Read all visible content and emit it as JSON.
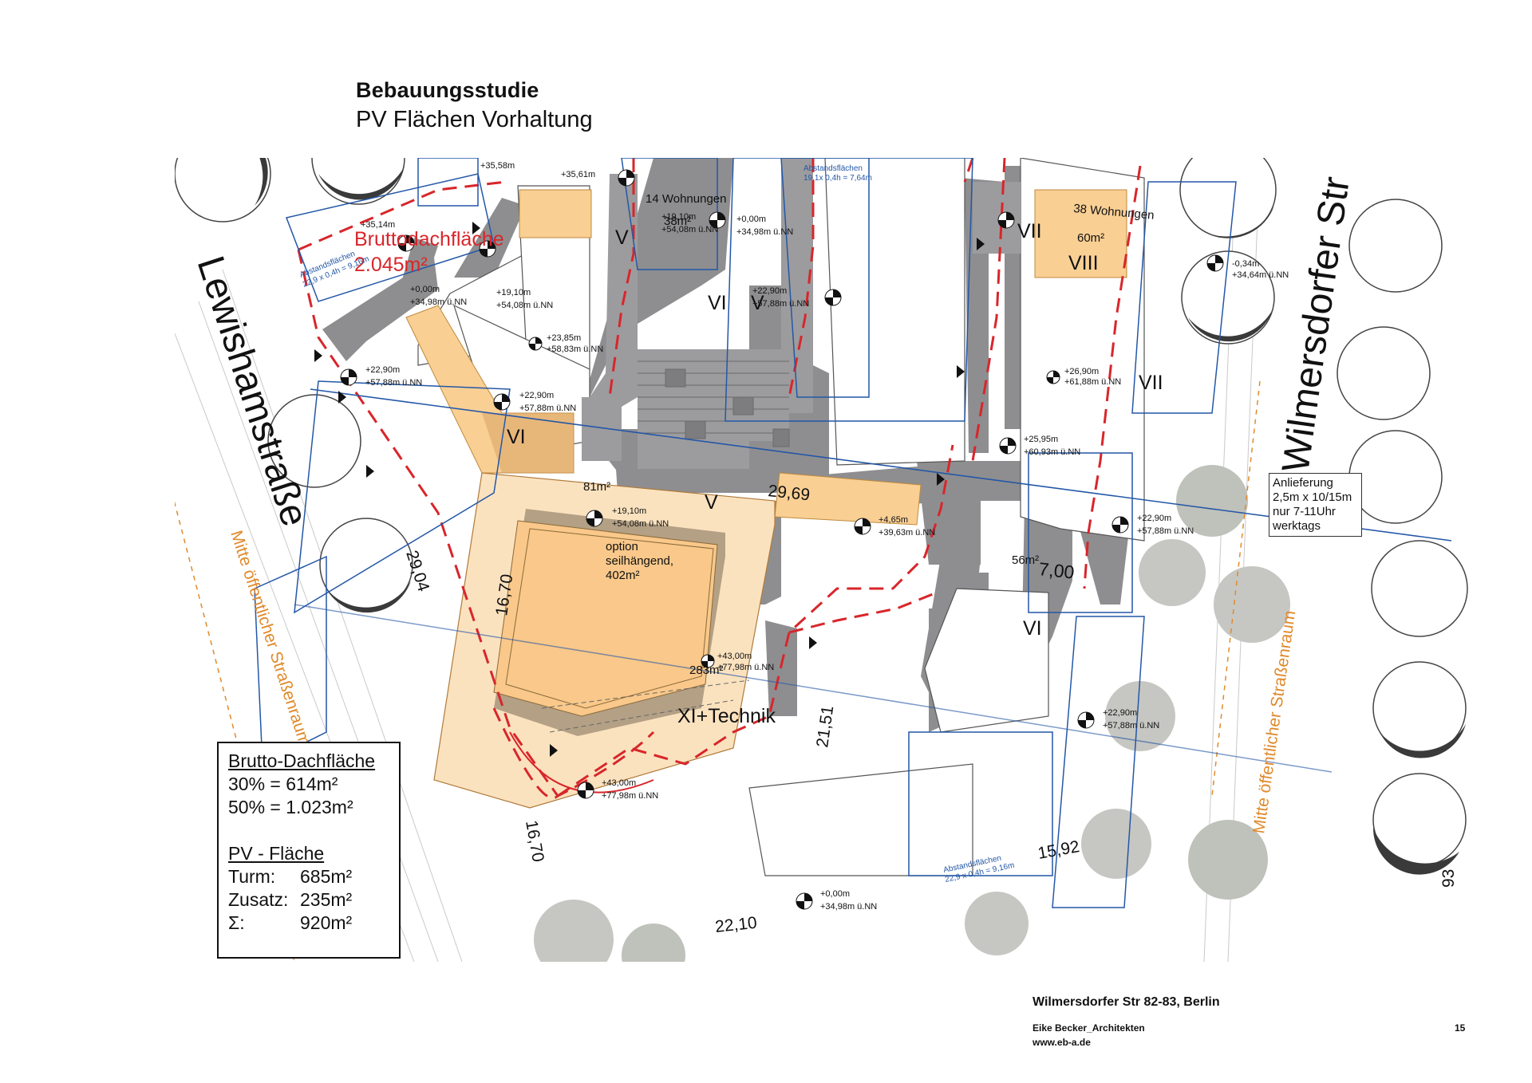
{
  "header": {
    "title": "Bebauungsstudie",
    "subtitle": "PV Flächen Vorhaltung"
  },
  "plan": {
    "streets": {
      "left": "Lewishamstraße",
      "right": "Wilmersdorfer Str",
      "public_left": "Mitte öffentlicher Straßenraum",
      "public_right": "Mitte öffentlicher Straßenraum"
    },
    "gross_roof": {
      "label": "Bruttodachfläche",
      "value": "2.045m²"
    },
    "storeys": {
      "v_top": "V",
      "vi_top_left": "VI",
      "v_top_mid": "V",
      "vi_left": "VI",
      "vii_right": "VII",
      "viii": "VIII",
      "vii_right_2": "VII",
      "v_mid": "V",
      "vi_bottom_right": "VI",
      "tower": "XI+Technik"
    },
    "areas": {
      "apartments_14": "14 Wohnungen",
      "a38": "38m²",
      "apartments_38": "38 Wohnungen",
      "a60": "60m²",
      "a81": "81m²",
      "a56": "56m²",
      "a283": "283m²",
      "option_1": "option",
      "option_2": "seilhängend,",
      "option_3": "402m²"
    },
    "dimensions": {
      "d2969": "29,69",
      "d2904": "29,04",
      "d1670a": "16,70",
      "d1670b": "16,70",
      "d2151": "21,51",
      "d1592": "15,92",
      "d2210": "22,10",
      "d700": "7,00",
      "d93": "93"
    },
    "elevations": [
      {
        "a": "+35,58m",
        "b": ""
      },
      {
        "a": "+35,61m",
        "b": ""
      },
      {
        "a": "+35,14m",
        "b": ""
      },
      {
        "a": "+0,00m",
        "b": "+34,98m ü.NN"
      },
      {
        "a": "+19,10m",
        "b": "+54,08m ü.NN"
      },
      {
        "a": "+19,10m",
        "b": "+54,08m ü.NN"
      },
      {
        "a": "+0,00m",
        "b": "+34,98m ü.NN"
      },
      {
        "a": "-0,34m",
        "b": "+34,64m ü.NN"
      },
      {
        "a": "+22,90m",
        "b": "+57,88m ü.NN"
      },
      {
        "a": "+23,85m",
        "b": "+58,83m ü.NN"
      },
      {
        "a": "+22,90m",
        "b": "+57,88m ü.NN"
      },
      {
        "a": "+22,90m",
        "b": "+57,88m ü.NN"
      },
      {
        "a": "+26,90m",
        "b": "+61,88m ü.NN"
      },
      {
        "a": "+25,95m",
        "b": "+60,93m ü.NN"
      },
      {
        "a": "+19,10m",
        "b": "+54,08m ü.NN"
      },
      {
        "a": "+4,65m",
        "b": "+39,63m ü.NN"
      },
      {
        "a": "+22,90m",
        "b": "+57,88m ü.NN"
      },
      {
        "a": "+43,00m",
        "b": "+77,98m ü.NN"
      },
      {
        "a": "+22,90m",
        "b": "+57,88m ü.NN"
      },
      {
        "a": "+43,00m",
        "b": "+77,98m ü.NN"
      },
      {
        "a": "+0,00m",
        "b": "+34,98m ü.NN"
      }
    ],
    "setbacks": {
      "s1": "Abstandsflächen",
      "s1b": "22,9 x 0,4h = 9,16m",
      "s2": "Abstandsflächen",
      "s2b": "19,1x 0,4h = 7,64m",
      "s3": "Abstandsflächen",
      "s3b": "22,9 x 0,4h = 9,16m"
    },
    "delivery": {
      "line1": "Anlieferung",
      "line2": "2,5m x 10/15m",
      "line3": "nur 7-11Uhr",
      "line4": "werktags"
    }
  },
  "legend": {
    "gross_title": "Brutto-Dachfläche",
    "gross_30": "30% = 614m²",
    "gross_50": "50% = 1.023m²",
    "pv_title": "PV - Fläche",
    "tower_label": "Turm:",
    "tower_value": "685m²",
    "extra_label": "Zusatz:",
    "extra_value": "235m²",
    "sum_label": "Σ:",
    "sum_value": "920m²"
  },
  "footer": {
    "address": "Wilmersdorfer Str 82-83, Berlin",
    "office": "Eike Becker_Architekten",
    "web": "www.eb-a.de",
    "page": "15"
  },
  "colors": {
    "shadow": "#8e8e90",
    "tower_light": "#fbe2bf",
    "tower_core": "#f9c88a",
    "pv_area": "#f9cf94",
    "setback_blue": "#2457a7",
    "property_red": "#d8262b",
    "street_orange": "#e08a2c"
  }
}
